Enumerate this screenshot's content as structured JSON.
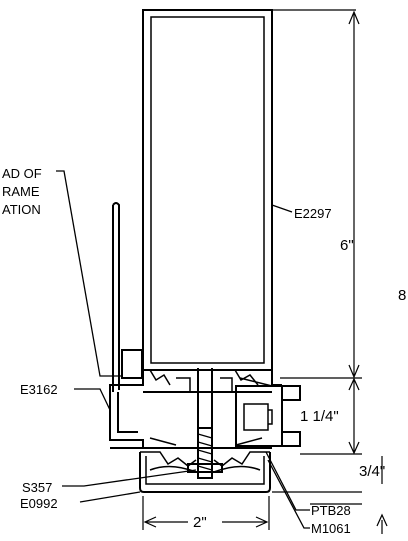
{
  "callouts": {
    "head_line1": "AD OF",
    "head_line2": "RAME",
    "head_line3": "ATION",
    "e2297": "E2297",
    "e3162": "E3162",
    "s357": "S357",
    "e0992": "E0992",
    "ptb28": "PTB28",
    "m1061": "M1061"
  },
  "dimensions": {
    "six_inch": "6\"",
    "one_quarter": "1 1/4\"",
    "three_quarter": "3/4\"",
    "two_inch": "2\"",
    "eight_partial": "8"
  }
}
